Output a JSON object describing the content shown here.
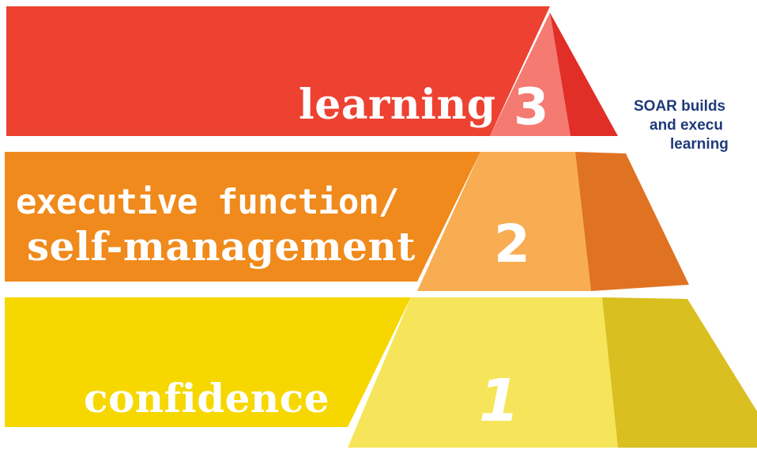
{
  "tiers": [
    {
      "level": "1",
      "label_lines": [
        "confidence"
      ],
      "color": "#f6d800"
    },
    {
      "level": "2",
      "label_lines": [
        "executive function/",
        "self-management"
      ],
      "color": "#f08a1c"
    },
    {
      "level": "3",
      "label_lines": [
        "learning"
      ],
      "color": "#ed4231"
    }
  ],
  "side_note": {
    "lines": [
      "SOAR builds",
      "and execu",
      "learning"
    ],
    "color": "#1f3a7a"
  },
  "colors": {
    "learning_band": "#ed4231",
    "learning_face_left": "#f47a72",
    "learning_face_right": "#e12e27",
    "exec_band": "#f08a1c",
    "exec_face_front": "#f8ad52",
    "exec_face_side": "#e07322",
    "conf_band": "#f6d800",
    "conf_face_front": "#f6e55a",
    "conf_face_side": "#d9bf1f"
  }
}
